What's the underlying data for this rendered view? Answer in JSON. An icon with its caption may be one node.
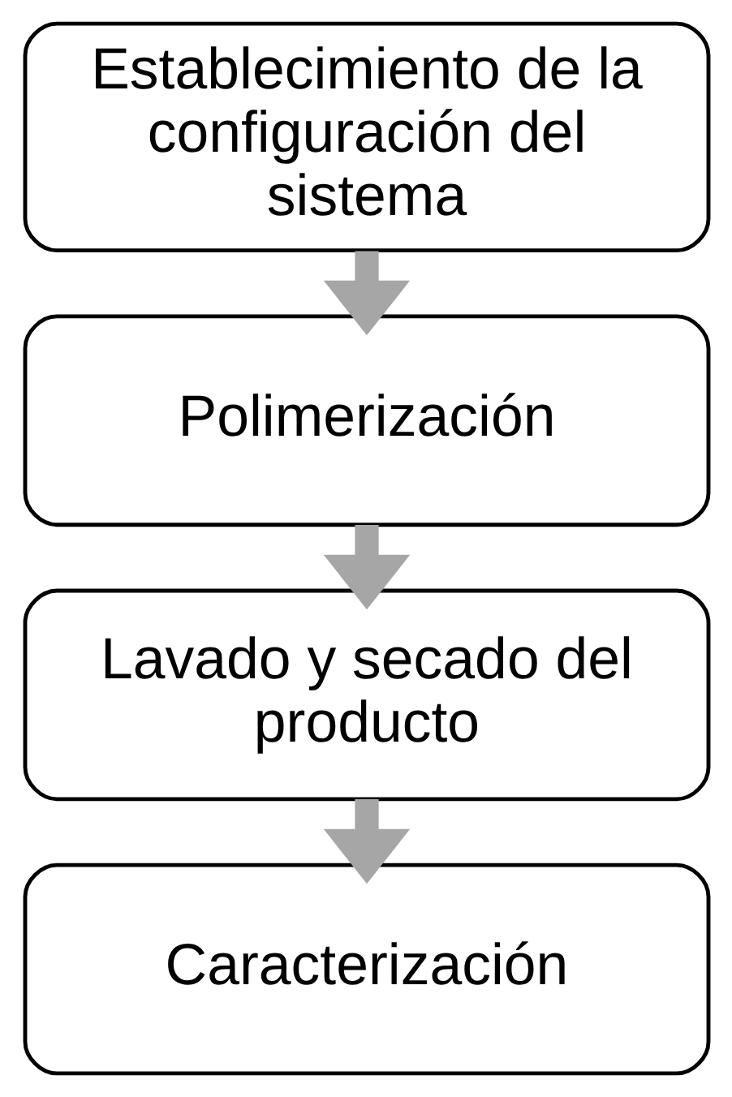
{
  "diagram": {
    "nodes": [
      {
        "text": [
          "Establecimiento de la configuración del sistema"
        ]
      },
      {
        "text": [
          "Polimerización"
        ]
      },
      {
        "text": [
          "Lavado y secado del producto"
        ]
      },
      {
        "text": [
          "Caracterización"
        ]
      }
    ],
    "edges": [
      {
        "from": 0,
        "to": 1,
        "arrow": "to"
      },
      {
        "from": 1,
        "to": 2,
        "arrow": "to"
      },
      {
        "from": 2,
        "to": 3,
        "arrow": "to"
      }
    ]
  }
}
